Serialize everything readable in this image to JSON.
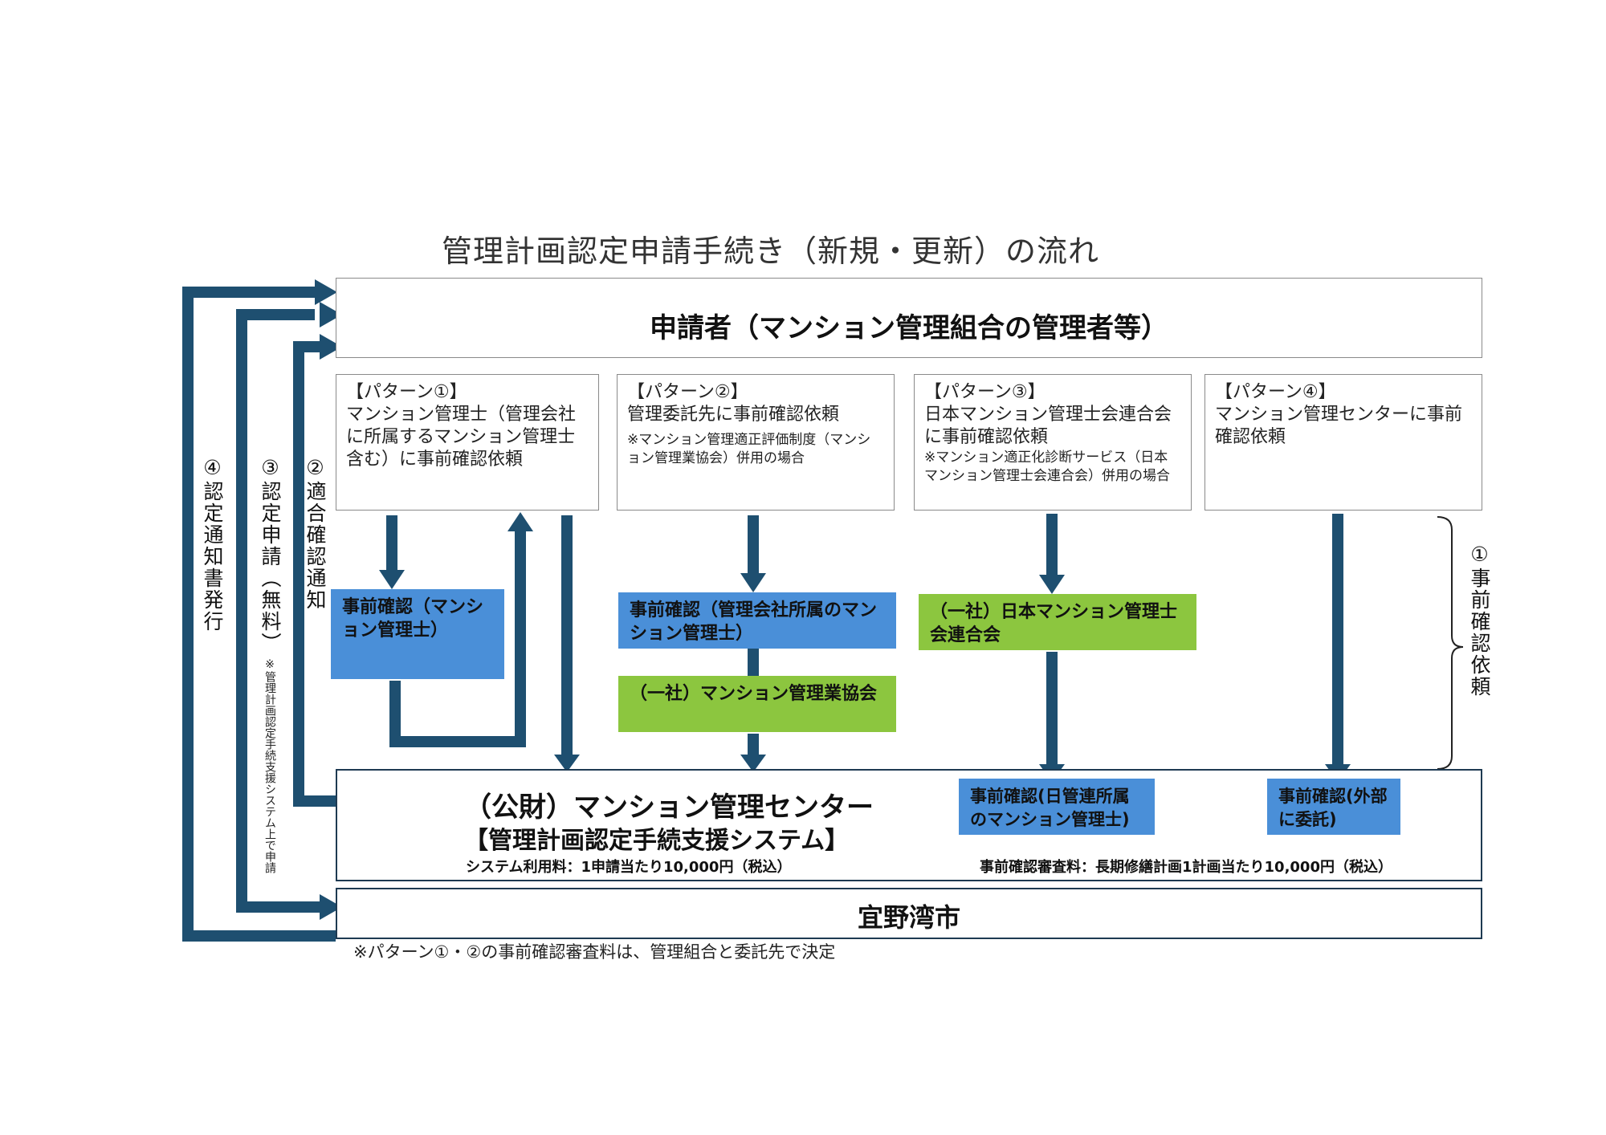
{
  "title": "管理計画認定申請手続き（新規・更新）の流れ",
  "applicant": "申請者（マンション管理組合の管理者等）",
  "patterns": [
    {
      "title": "【パターン①】",
      "body": "マンション管理士（管理会社に所属するマンション管理士含む）に事前確認依頼",
      "note": ""
    },
    {
      "title": "【パターン②】",
      "body": "管理委託先に事前確認依頼",
      "note": "※マンション管理適正評価制度（マンション管理業協会）併用の場合"
    },
    {
      "title": "【パターン③】",
      "body": "日本マンション管理士会連合会に事前確認依頼",
      "note": "※マンション適正化診断サービス（日本マンション管理士会連合会）併用の場合"
    },
    {
      "title": "【パターン④】",
      "body": "マンション管理センターに事前確認依頼",
      "note": ""
    }
  ],
  "checks": {
    "p1": "事前確認（マンション管理士）",
    "p2a": "事前確認（管理会社所属のマンション管理士）",
    "p2b": "（一社）マンション管理業協会",
    "p3": "（一社）日本マンション管理士会連合会",
    "p3c": "事前確認(日管連所属のマンション管理士)",
    "p4c": "事前確認(外部に委託)"
  },
  "center": {
    "name": "（公財）マンション管理センター",
    "system": "【管理計画認定手続支援システム】",
    "system_fee": "システム利用料：1申請当たり10,000円（税込）",
    "check_fee": "事前確認審査料：長期修繕計画1計画当たり10,000円（税込）"
  },
  "city": "宜野湾市",
  "footnote": "※パターン①・②の事前確認審査料は、管理組合と委託先で決定",
  "steps": {
    "s1": "①事前確認依頼",
    "s2": "②適合確認通知",
    "s3": "③認定申請（無料）",
    "s3_note": "※管理計画認定手続支援システム上で申請",
    "s4": "④認定通知書発行"
  },
  "colors": {
    "arrow": "#1e4f70",
    "blue": "#4a8fd8",
    "green": "#8cc63f"
  }
}
